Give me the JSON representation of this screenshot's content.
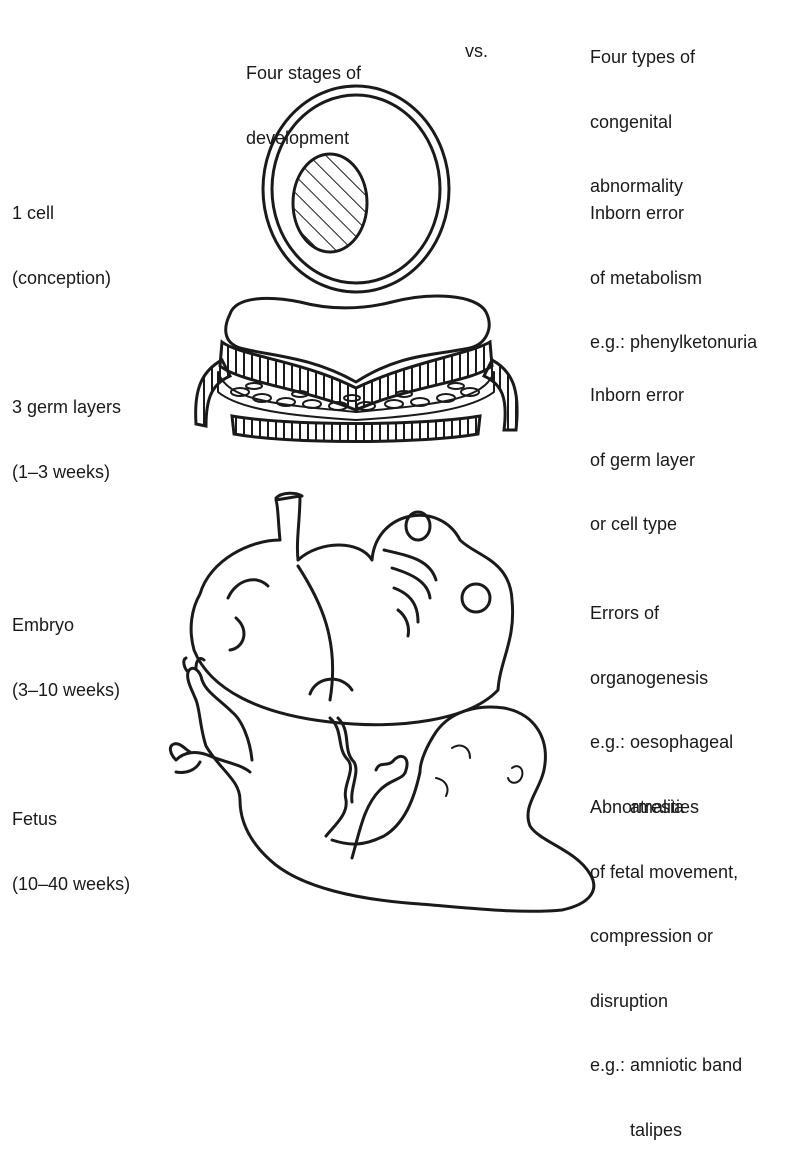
{
  "header": {
    "left_title_line1": "Four stages of",
    "left_title_line2": "development",
    "vs": "vs.",
    "right_title_line1": "Four types of",
    "right_title_line2": "congenital",
    "right_title_line3": "abnormality"
  },
  "stages": [
    {
      "line1": "1 cell",
      "line2": "(conception)"
    },
    {
      "line1": "3 germ layers",
      "line2": "(1–3 weeks)"
    },
    {
      "line1": "Embryo",
      "line2": "(3–10 weeks)"
    },
    {
      "line1": "Fetus",
      "line2": "(10–40 weeks)"
    }
  ],
  "abnormalities": [
    {
      "line1": "Inborn error",
      "line2": "of metabolism",
      "line3": "e.g.: phenylketonuria"
    },
    {
      "line1": "Inborn error",
      "line2": "of germ layer",
      "line3": "or cell type"
    },
    {
      "line1": "Errors of",
      "line2": "organogenesis",
      "line3": "e.g.: oesophageal",
      "line4": "atresia"
    },
    {
      "line1": "Abnormalities",
      "line2": "of fetal movement,",
      "line3": "compression or",
      "line4": "disruption",
      "line5": "e.g.: amniotic band",
      "line6": "talipes"
    }
  ],
  "illustrations": [
    "cell-illustration",
    "germ-layer-illustration",
    "embryo-illustration",
    "fetus-illustration"
  ]
}
